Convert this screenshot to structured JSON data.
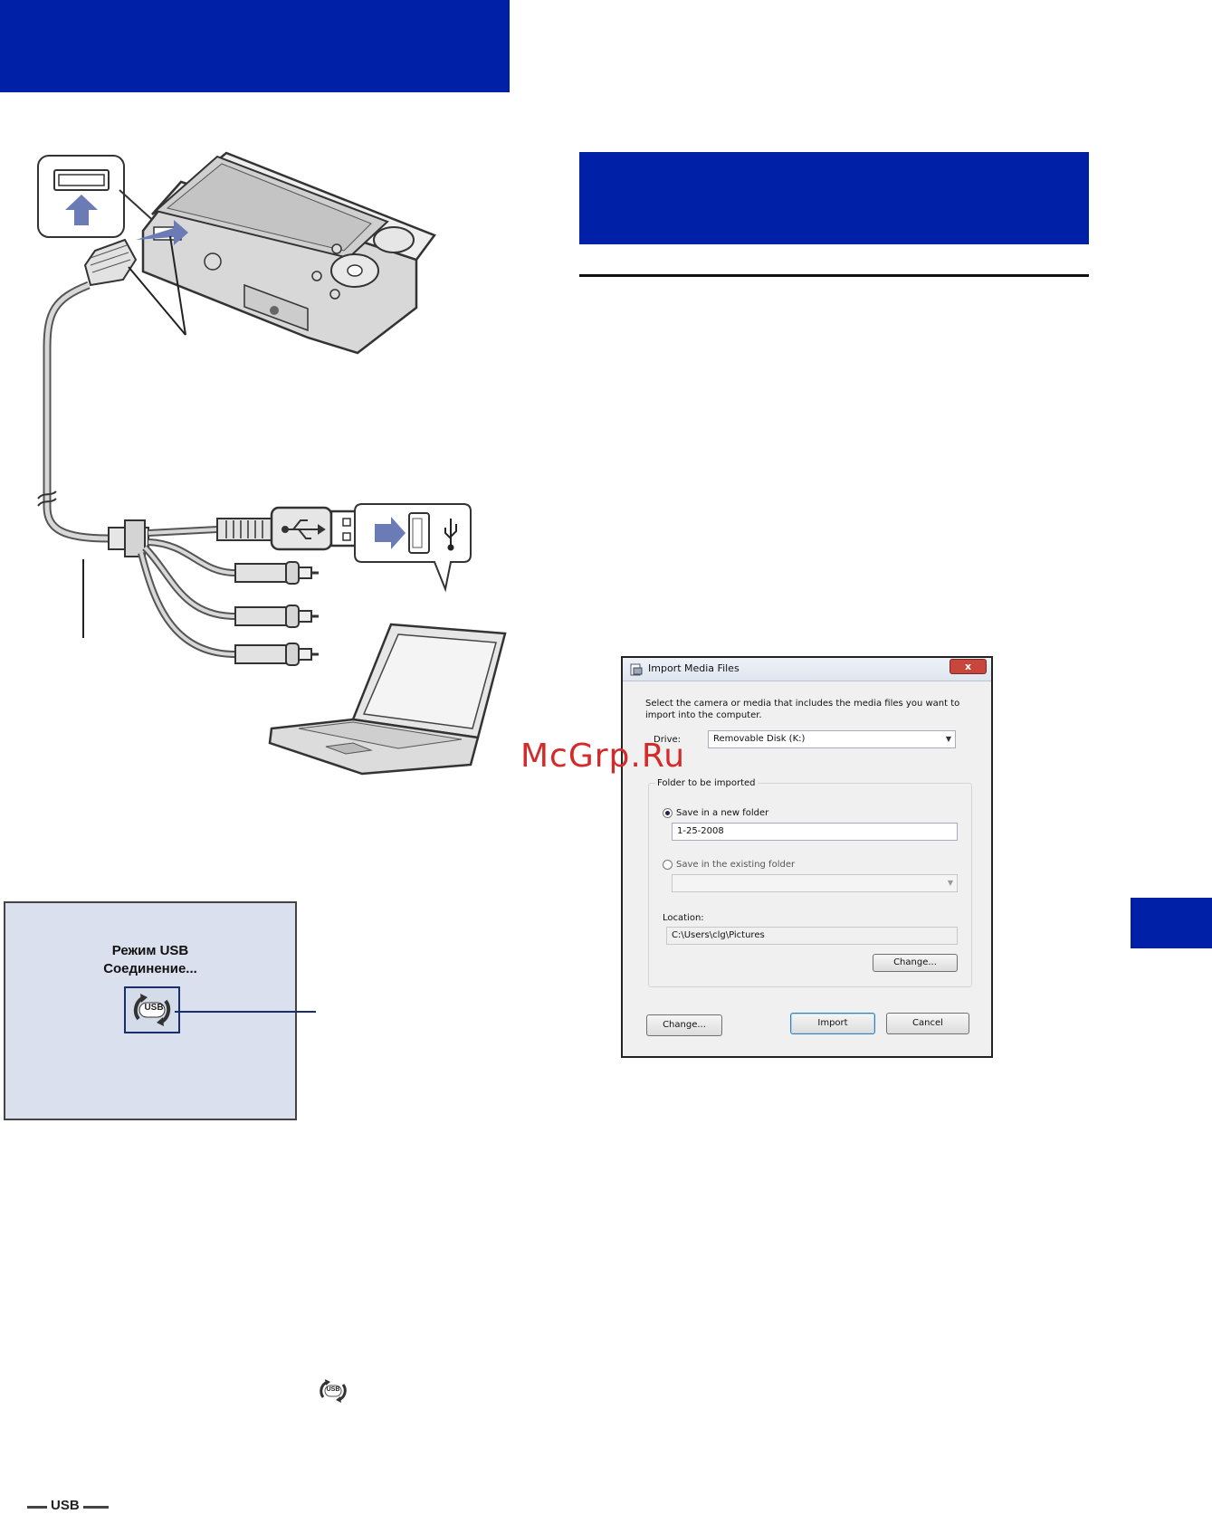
{
  "lcd_screen": {
    "line1": "Режим USB",
    "line2": "Соединение...",
    "usb_icon_label": "USB"
  },
  "watermark": "McGrp.Ru",
  "import_dialog": {
    "title": "Import Media Files",
    "close_glyph": "x",
    "instruction": "Select the camera or media that includes the media files you want to import into the computer.",
    "drive_label": "Drive:",
    "drive_value": "Removable Disk (K:)",
    "group_label": "Folder to be imported",
    "option_new_folder": "Save in a new folder",
    "new_folder_value": "1-25-2008",
    "option_existing_folder": "Save in the existing folder",
    "existing_folder_value": "",
    "location_label": "Location:",
    "location_value": "C:\\Users\\clg\\Pictures",
    "change_location_button": "Change...",
    "change_button": "Change...",
    "import_button": "Import",
    "cancel_button": "Cancel"
  },
  "inline_icon_label": "USB",
  "footer_mark": "USB",
  "colors": {
    "header_band": "#0020a8",
    "lcd_background": "#dbe0ee",
    "callout": "#1a2e6e",
    "watermark": "#d42a2a"
  }
}
